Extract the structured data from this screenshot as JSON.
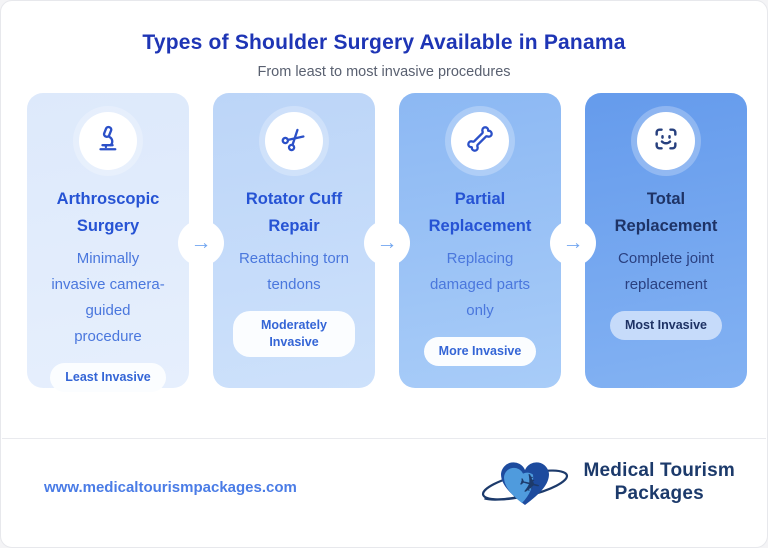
{
  "header": {
    "title": "Types of Shoulder Surgery Available in Panama",
    "subtitle": "From least to most invasive procedures"
  },
  "connector": {
    "glyph": "→",
    "name": "arrow-right"
  },
  "cards": [
    {
      "icon": "microscope-icon",
      "title": "Arthroscopic Surgery",
      "description": "Minimally invasive camera-guided procedure",
      "badge": "Least Invasive"
    },
    {
      "icon": "scissors-icon",
      "title": "Rotator Cuff Repair",
      "description": "Reattaching torn tendons",
      "badge": "Moderately Invasive"
    },
    {
      "icon": "bone-icon",
      "title": "Partial Replacement",
      "description": "Replacing damaged parts only",
      "badge": "More Invasive"
    },
    {
      "icon": "face-scan-icon",
      "title": "Total Replacement",
      "description": "Complete joint replacement",
      "badge": "Most Invasive"
    }
  ],
  "footer": {
    "website": "www.medicaltourismpackages.com",
    "logo_line1": "Medical Tourism",
    "logo_line2": "Packages"
  },
  "colors": {
    "title_blue": "#1e35b5",
    "card1_bg": "#dde9fb",
    "card2_bg": "#bcd5f8",
    "card3_bg": "#8cb8f3",
    "card4_bg": "#659bec",
    "accent_royal": "#2653d4",
    "navy": "#1e3366",
    "link_blue": "#4a7ce6"
  }
}
